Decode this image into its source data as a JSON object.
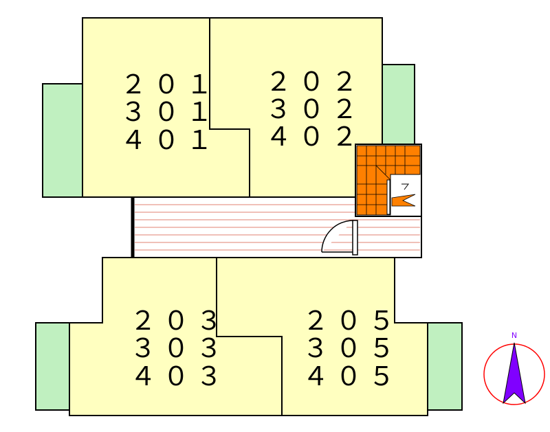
{
  "colors": {
    "room_fill": "#ffffc0",
    "balcony_fill": "#c0f0c0",
    "stair_fill": "#ff8000",
    "corridor_line": "#e08070",
    "outline": "#000000",
    "compass_ring": "#ff0000",
    "compass_needle": "#8000ff"
  },
  "units": {
    "u1": {
      "floor2": "２０１",
      "floor3": "３０１",
      "floor4": "４０１"
    },
    "u2": {
      "floor2": "２０２",
      "floor3": "３０２",
      "floor4": "４０２"
    },
    "u3": {
      "floor2": "２０３",
      "floor3": "３０３",
      "floor4": "４０３"
    },
    "u5": {
      "floor2": "２０５",
      "floor3": "３０５",
      "floor4": "４０５"
    }
  },
  "compass": {
    "label": "N"
  }
}
